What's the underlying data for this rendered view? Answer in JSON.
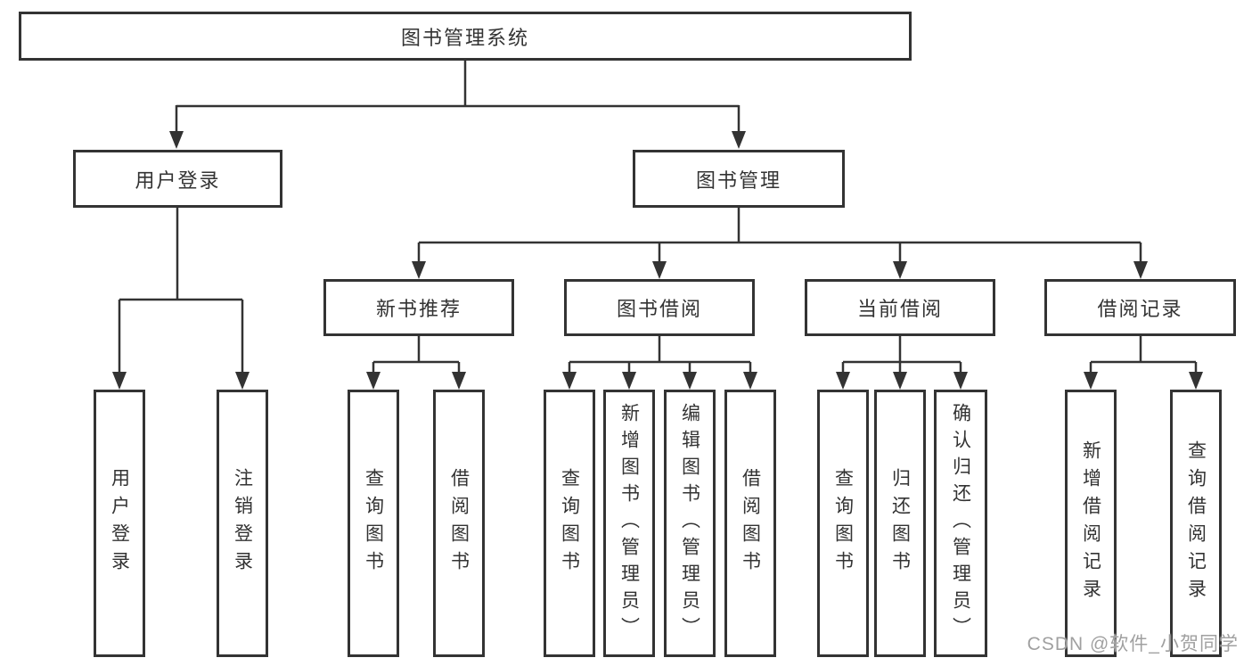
{
  "diagram": {
    "title": "图书管理系统",
    "watermark": "CSDN @软件_小贺同学",
    "colors": {
      "line": "#333333",
      "text": "#333333",
      "background": "#ffffff",
      "watermark": "#a0a0a0"
    },
    "nodes": {
      "root": {
        "label": "图书管理系统"
      },
      "login": {
        "label": "用户登录"
      },
      "manage": {
        "label": "图书管理"
      },
      "recommend": {
        "label": "新书推荐"
      },
      "borrow": {
        "label": "图书借阅"
      },
      "current": {
        "label": "当前借阅"
      },
      "records": {
        "label": "借阅记录"
      },
      "login_user": {
        "label": "用户登录"
      },
      "login_logout": {
        "label": "注销登录"
      },
      "rec_query": {
        "label": "查询图书"
      },
      "rec_borrow": {
        "label": "借阅图书"
      },
      "bor_query": {
        "label": "查询图书"
      },
      "bor_add": {
        "label": "新增图书（管理员）"
      },
      "bor_edit": {
        "label": "编辑图书（管理员）"
      },
      "bor_lend": {
        "label": "借阅图书"
      },
      "cur_query": {
        "label": "查询图书"
      },
      "cur_return": {
        "label": "归还图书"
      },
      "cur_confirm": {
        "label": "确认归还（管理员）"
      },
      "log_add": {
        "label": "新增借阅记录"
      },
      "log_query": {
        "label": "查询借阅记录"
      }
    },
    "hierarchy": {
      "图书管理系统": {
        "用户登录": [
          "用户登录",
          "注销登录"
        ],
        "图书管理": {
          "新书推荐": [
            "查询图书",
            "借阅图书"
          ],
          "图书借阅": [
            "查询图书",
            "新增图书（管理员）",
            "编辑图书（管理员）",
            "借阅图书"
          ],
          "当前借阅": [
            "查询图书",
            "归还图书",
            "确认归还（管理员）"
          ],
          "借阅记录": [
            "新增借阅记录",
            "查询借阅记录"
          ]
        }
      }
    }
  }
}
